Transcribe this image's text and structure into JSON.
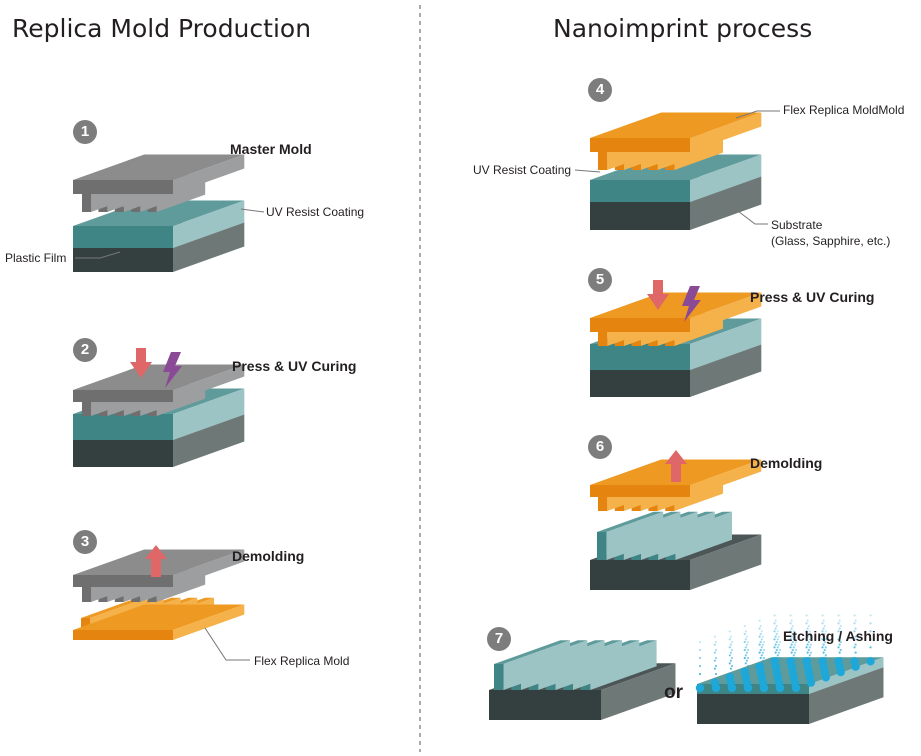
{
  "sections": {
    "left_title": "Replica Mold Production",
    "right_title": "Nanoimprint process"
  },
  "steps": [
    {
      "number": "1",
      "label": "Master Mold"
    },
    {
      "number": "2",
      "label": "Press & UV Curing"
    },
    {
      "number": "3",
      "label": "Demolding"
    },
    {
      "number": "4",
      "label": ""
    },
    {
      "number": "5",
      "label": "Press & UV Curing"
    },
    {
      "number": "6",
      "label": "Demolding"
    },
    {
      "number": "7",
      "label": "Etching / Ashing"
    }
  ],
  "callouts": {
    "uv_resist_1": "UV Resist Coating",
    "plastic_film": "Plastic Film",
    "flex_replica_3": "Flex Replica Mold",
    "flex_replica_4": "Flex Replica MoldMold",
    "uv_resist_4": "UV Resist Coating",
    "substrate_line1": "Substrate",
    "substrate_line2": "(Glass, Sapphire, etc.)"
  },
  "or_text": "or",
  "colors": {
    "gray_top": "#8c8c8c",
    "gray_front": "#6f6f6f",
    "gray_side": "#9d9e9f",
    "teal_top": "#5f9b9b",
    "teal_front": "#3f8585",
    "teal_side": "#9cc4c4",
    "dark_top": "#4d5656",
    "dark_front": "#34403f",
    "dark_side": "#6d7877",
    "orange_top": "#ee9a22",
    "orange_front": "#e5850f",
    "orange_side": "#f5b24a",
    "press_arrow": "#e06767",
    "lift_arrow": "#e06767",
    "lightning": "#8a4a96",
    "plasma_dot": "#1ea7d9",
    "divider": "#555555"
  }
}
